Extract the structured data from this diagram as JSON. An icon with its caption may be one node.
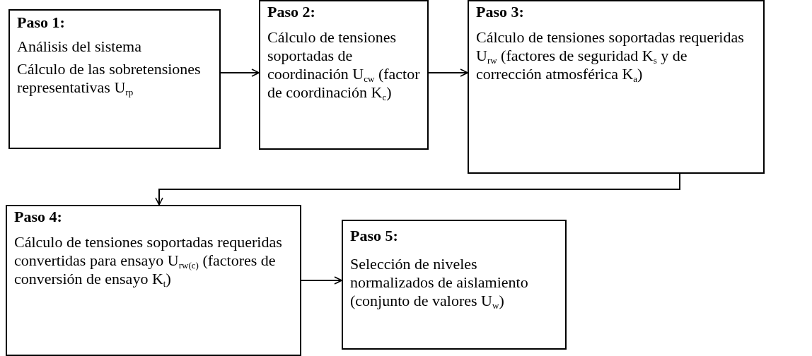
{
  "diagram": {
    "nodes": [
      {
        "text": [
          "Paso 1:",
          "Análisis del sistema",
          "Cálculo de las sobretensiones representativas U$_{rp}$"
        ]
      },
      {
        "text": [
          "Paso 2:",
          "Cálculo de tensiones soportadas de coordinación U$_{cw}$ (factor de coordinación K$_{c}$)"
        ]
      },
      {
        "text": [
          "Paso 3:",
          "Cálculo de tensiones soportadas requeridas U$_{rw}$ (factores de seguridad K$_{s}$ y de corrección atmosférica K$_{a}$)"
        ]
      },
      {
        "text": [
          "Paso 4:",
          "Cálculo de tensiones soportadas requeridas convertidas para ensayo U$_{rw(c)}$ (factores de conversión de ensayo K$_{t}$)"
        ]
      },
      {
        "text": [
          "Paso 5:",
          "Selección de niveles normalizados de aislamiento (conjunto de valores U$_{w}$)"
        ]
      }
    ],
    "edges": [
      {
        "from": 0,
        "to": 1,
        "arrow": "to"
      },
      {
        "from": 1,
        "to": 2,
        "arrow": "to"
      },
      {
        "from": 2,
        "to": 3,
        "arrow": "to"
      },
      {
        "from": 3,
        "to": 4,
        "arrow": "to"
      }
    ]
  }
}
